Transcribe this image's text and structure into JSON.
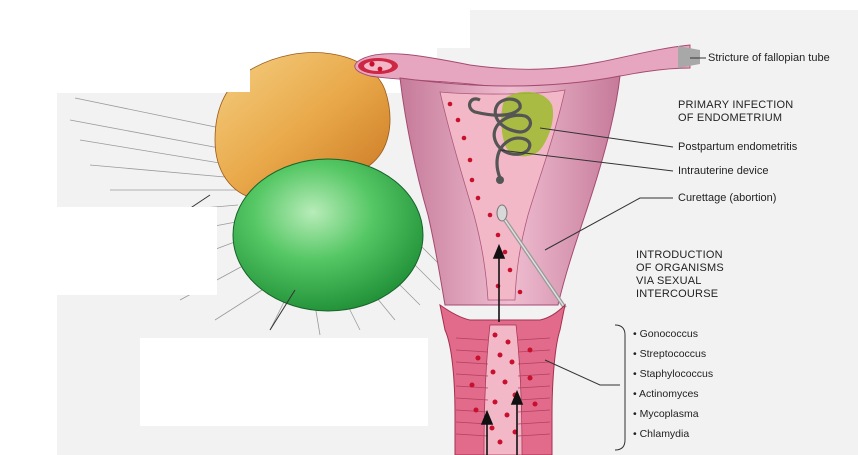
{
  "labels": {
    "stricture": "Stricture of fallopian tube",
    "primary_infection": "PRIMARY INFECTION\nOF ENDOMETRIUM",
    "postpartum": "Postpartum endometritis",
    "iud": "Intrauterine device",
    "curettage": "Curettage (abortion)",
    "introduction": "INTRODUCTION\nOF ORGANISMS\nVIA SEXUAL\nINTERCOURSE"
  },
  "organisms": [
    "• Gonococcus",
    "• Streptococcus",
    "• Staphylococcus",
    "• Actinomyces",
    "• Mycoplasma",
    "• Chlamydia"
  ],
  "colors": {
    "uterus_wall": "#e7a6bf",
    "uterine_cavity": "#f3b8c8",
    "vagina": "#e26a8a",
    "organism_dots": "#c8102e",
    "endometritis_patch": "#9bbb2c",
    "ovary_orange": "#e9a94a",
    "ovary_green": "#3dbb4f",
    "leader_line": "#333333"
  }
}
